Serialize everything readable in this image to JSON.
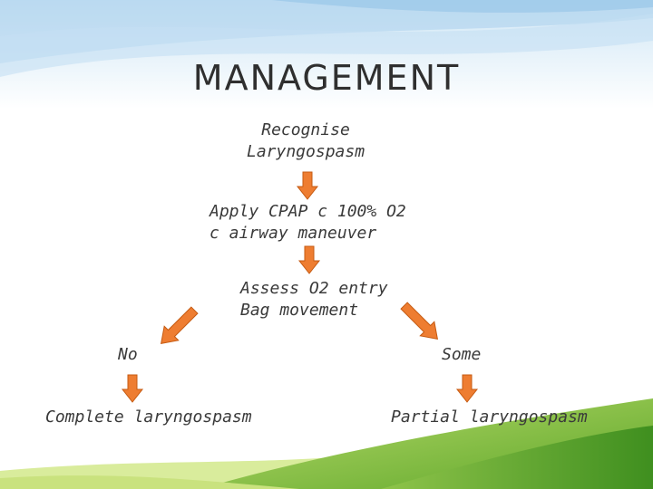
{
  "title": "MANAGEMENT",
  "nodes": {
    "recognise": [
      "Recognise",
      "Laryngospasm"
    ],
    "apply": [
      "Apply CPAP c 100% O2",
      "c airway maneuver"
    ],
    "assess": [
      "Assess O2 entry",
      "Bag movement"
    ],
    "no": "No",
    "some": "Some",
    "complete": "Complete laryngospasm",
    "partial": "Partial laryngospasm"
  },
  "colors": {
    "arrow": "#ee7d31",
    "arrow_stroke": "#c55a11",
    "text": "#3a3a3a"
  }
}
